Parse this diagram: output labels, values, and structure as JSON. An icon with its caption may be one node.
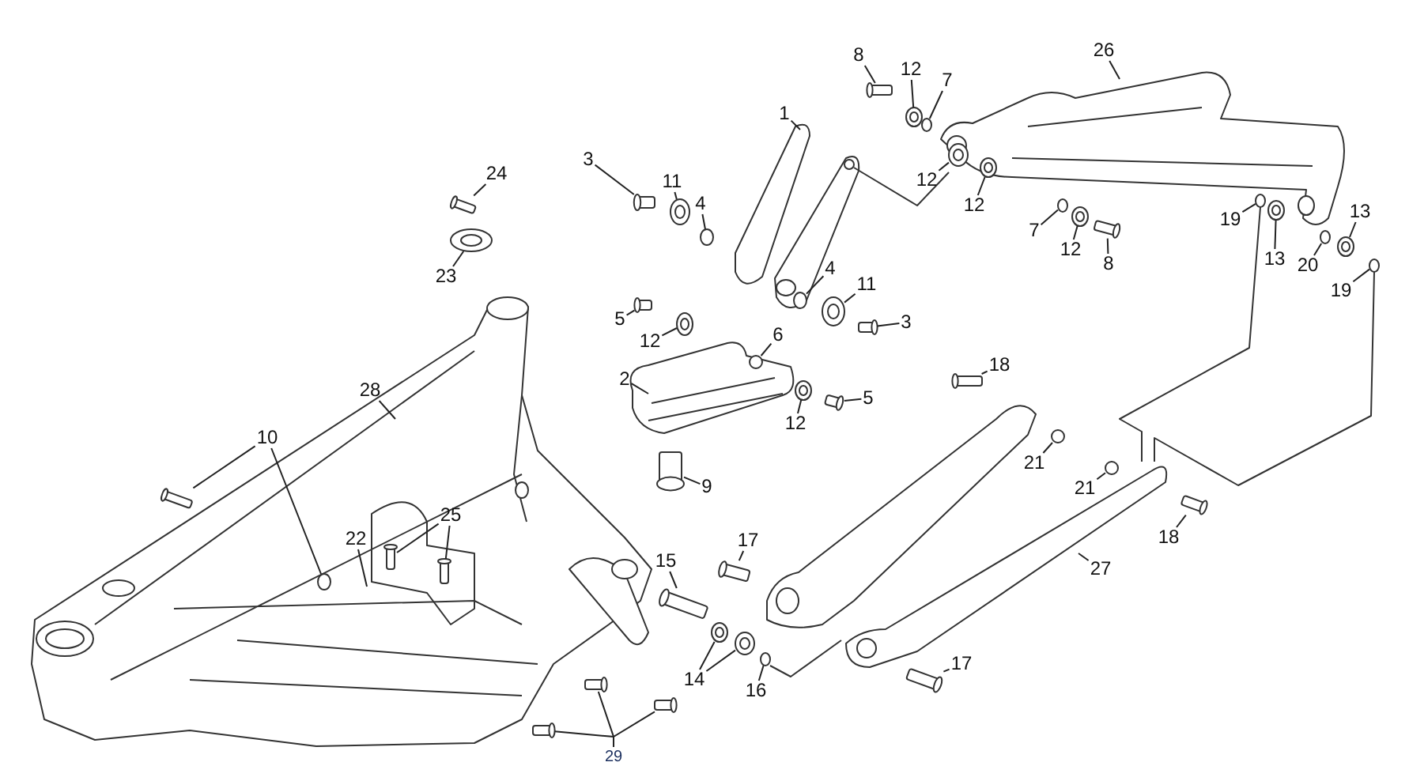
{
  "diagram": {
    "nodes": [
      {
        "text": [
          "8"
        ]
      },
      {
        "text": [
          "12"
        ]
      },
      {
        "text": [
          "7"
        ]
      },
      {
        "text": [
          "26"
        ]
      },
      {
        "text": [
          "1"
        ]
      },
      {
        "text": [
          "12"
        ]
      },
      {
        "text": [
          "12"
        ]
      },
      {
        "text": [
          "3"
        ]
      },
      {
        "text": [
          "11"
        ]
      },
      {
        "text": [
          "4"
        ]
      },
      {
        "text": [
          "19"
        ]
      },
      {
        "text": [
          "7"
        ]
      },
      {
        "text": [
          "12"
        ]
      },
      {
        "text": [
          "13"
        ]
      },
      {
        "text": [
          "8"
        ]
      },
      {
        "text": [
          "13"
        ]
      },
      {
        "text": [
          "20"
        ]
      },
      {
        "text": [
          "19"
        ]
      },
      {
        "text": [
          "24"
        ]
      },
      {
        "text": [
          "23"
        ]
      },
      {
        "text": [
          "4"
        ]
      },
      {
        "text": [
          "11"
        ]
      },
      {
        "text": [
          "3"
        ]
      },
      {
        "text": [
          "5"
        ]
      },
      {
        "text": [
          "6"
        ]
      },
      {
        "text": [
          "12"
        ]
      },
      {
        "text": [
          "18"
        ]
      },
      {
        "text": [
          "2"
        ]
      },
      {
        "text": [
          "5"
        ]
      },
      {
        "text": [
          "12"
        ]
      },
      {
        "text": [
          "28"
        ]
      },
      {
        "text": [
          "21"
        ]
      },
      {
        "text": [
          "9"
        ]
      },
      {
        "text": [
          "10"
        ]
      },
      {
        "text": [
          "21"
        ]
      },
      {
        "text": [
          "27"
        ]
      },
      {
        "text": [
          "18"
        ]
      },
      {
        "text": [
          "17"
        ]
      },
      {
        "text": [
          "25"
        ]
      },
      {
        "text": [
          "22"
        ]
      },
      {
        "text": [
          "15"
        ]
      },
      {
        "text": [
          "14"
        ]
      },
      {
        "text": [
          "16"
        ]
      },
      {
        "text": [
          "17"
        ]
      },
      {
        "text": [
          "29"
        ]
      },
      {
        "text": [],
        "shape": "cylinder"
      },
      {
        "text": [],
        "shape": "circle"
      },
      {
        "text": [],
        "shape": "circle"
      },
      {
        "text": [],
        "shape": "circle"
      },
      {
        "text": [],
        "shape": "circle"
      },
      {
        "text": [],
        "shape": "cylinder"
      },
      {
        "text": [],
        "shape": "circle"
      },
      {
        "text": [],
        "shape": "circle"
      },
      {
        "text": [],
        "shape": "circle"
      },
      {
        "text": [],
        "shape": "circle"
      },
      {
        "text": [],
        "shape": "circle"
      },
      {
        "text": [],
        "shape": "circle"
      },
      {
        "text": [],
        "shape": "cylinder"
      },
      {
        "text": [],
        "shape": "circle"
      },
      {
        "text": [],
        "shape": "circle"
      },
      {
        "text": [],
        "shape": "circle"
      },
      {
        "text": [],
        "shape": "cylinder"
      },
      {
        "text": [],
        "shape": "circle"
      },
      {
        "text": [],
        "shape": "circle"
      },
      {
        "text": [],
        "shape": "circle"
      },
      {
        "text": [],
        "shape": "cylinder"
      },
      {
        "text": [],
        "shape": "cylinder"
      },
      {
        "text": [],
        "shape": "circle"
      },
      {
        "text": [],
        "shape": "circle"
      },
      {
        "text": [],
        "shape": "cylinder"
      },
      {
        "text": [],
        "shape": "cylinder"
      },
      {
        "text": [],
        "shape": "circle"
      },
      {
        "text": [],
        "shape": "circle"
      },
      {
        "text": [],
        "shape": "cylinder"
      },
      {
        "text": [],
        "shape": "cylinder"
      },
      {
        "text": [],
        "shape": "circle"
      },
      {
        "text": [],
        "shape": "circle"
      },
      {
        "text": [],
        "shape": "cylinder"
      },
      {
        "text": [],
        "shape": "cylinder"
      },
      {
        "text": [],
        "shape": "cylinder"
      },
      {
        "text": [],
        "shape": "cylinder"
      },
      {
        "text": [],
        "shape": "cylinder"
      },
      {
        "text": [],
        "shape": "circle"
      },
      {
        "text": [],
        "shape": "circle"
      },
      {
        "text": [],
        "shape": "circle"
      },
      {
        "text": [],
        "shape": "cylinder"
      },
      {
        "text": [],
        "shape": "cylinder"
      },
      {
        "text": [],
        "shape": "cylinder"
      },
      {
        "text": [],
        "shape": "cylinder"
      }
    ],
    "edges": [
      {
        "from": 0,
        "to": 45,
        "arrow": "none"
      },
      {
        "from": 1,
        "to": 46,
        "arrow": "none"
      },
      {
        "from": 2,
        "to": 47,
        "arrow": "none"
      },
      {
        "from": 3,
        "to": null,
        "arrow": "none"
      },
      {
        "from": 4,
        "to": null,
        "arrow": "none"
      },
      {
        "from": 5,
        "to": 48,
        "arrow": "none"
      },
      {
        "from": 6,
        "to": 49,
        "arrow": "none"
      },
      {
        "from": 7,
        "to": 50,
        "arrow": "none"
      },
      {
        "from": 8,
        "to": 51,
        "arrow": "none"
      },
      {
        "from": 9,
        "to": 52,
        "arrow": "none"
      },
      {
        "from": 10,
        "to": 53,
        "arrow": "none"
      },
      {
        "from": 11,
        "to": 54,
        "arrow": "none"
      },
      {
        "from": 12,
        "to": 55,
        "arrow": "none"
      },
      {
        "from": 13,
        "to": 56,
        "arrow": "none"
      },
      {
        "from": 14,
        "to": 57,
        "arrow": "none"
      },
      {
        "from": 15,
        "to": 58,
        "arrow": "none"
      },
      {
        "from": 16,
        "to": 59,
        "arrow": "none"
      },
      {
        "from": 17,
        "to": 60,
        "arrow": "none"
      },
      {
        "from": 18,
        "to": 61,
        "arrow": "none"
      },
      {
        "from": 19,
        "to": 62,
        "arrow": "none"
      },
      {
        "from": 20,
        "to": 63,
        "arrow": "none"
      },
      {
        "from": 21,
        "to": 64,
        "arrow": "none"
      },
      {
        "from": 22,
        "to": 65,
        "arrow": "none"
      },
      {
        "from": 23,
        "to": 66,
        "arrow": "none"
      },
      {
        "from": 24,
        "to": 67,
        "arrow": "none"
      },
      {
        "from": 25,
        "to": 68,
        "arrow": "none"
      },
      {
        "from": 26,
        "to": 69,
        "arrow": "none"
      },
      {
        "from": 27,
        "to": null,
        "arrow": "none"
      },
      {
        "from": 28,
        "to": 70,
        "arrow": "none"
      },
      {
        "from": 29,
        "to": 71,
        "arrow": "none"
      },
      {
        "from": 30,
        "to": null,
        "arrow": "none"
      },
      {
        "from": 31,
        "to": 72,
        "arrow": "none"
      },
      {
        "from": 32,
        "to": 73,
        "arrow": "none"
      },
      {
        "from": 33,
        "to": 74,
        "arrow": "none"
      },
      {
        "from": 33,
        "to": 75,
        "arrow": "none"
      },
      {
        "from": 34,
        "to": 76,
        "arrow": "none"
      },
      {
        "from": 35,
        "to": null,
        "arrow": "none"
      },
      {
        "from": 36,
        "to": 77,
        "arrow": "none"
      },
      {
        "from": 37,
        "to": 78,
        "arrow": "none"
      },
      {
        "from": 38,
        "to": 79,
        "arrow": "none"
      },
      {
        "from": 38,
        "to": 80,
        "arrow": "none"
      },
      {
        "from": 39,
        "to": null,
        "arrow": "none"
      },
      {
        "from": 40,
        "to": 81,
        "arrow": "none"
      },
      {
        "from": 41,
        "to": 82,
        "arrow": "none"
      },
      {
        "from": 41,
        "to": 83,
        "arrow": "none"
      },
      {
        "from": 42,
        "to": 84,
        "arrow": "none"
      },
      {
        "from": 43,
        "to": 85,
        "arrow": "none"
      },
      {
        "from": 44,
        "to": 86,
        "arrow": "none"
      },
      {
        "from": 44,
        "to": 87,
        "arrow": "none"
      },
      {
        "from": 44,
        "to": 88,
        "arrow": "none"
      }
    ]
  }
}
